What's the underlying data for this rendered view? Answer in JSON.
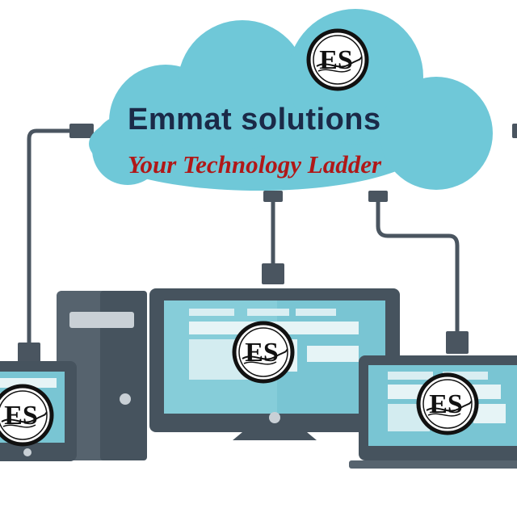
{
  "brand": {
    "name": "Emmat solutions",
    "tagline": "Your Technology Ladder",
    "logo_text": "ES"
  },
  "colors": {
    "cloud": "#6fc8d8",
    "title": "#1b2a48",
    "tagline": "#b01818",
    "device_dark": "#46535e",
    "device_mid": "#56636e",
    "screen": "#79c5d3",
    "cable": "#4a5560"
  },
  "icons": [
    "cloud-icon",
    "desktop-tower-icon",
    "monitor-icon",
    "laptop-icon",
    "tablet-icon",
    "es-logo-icon"
  ]
}
